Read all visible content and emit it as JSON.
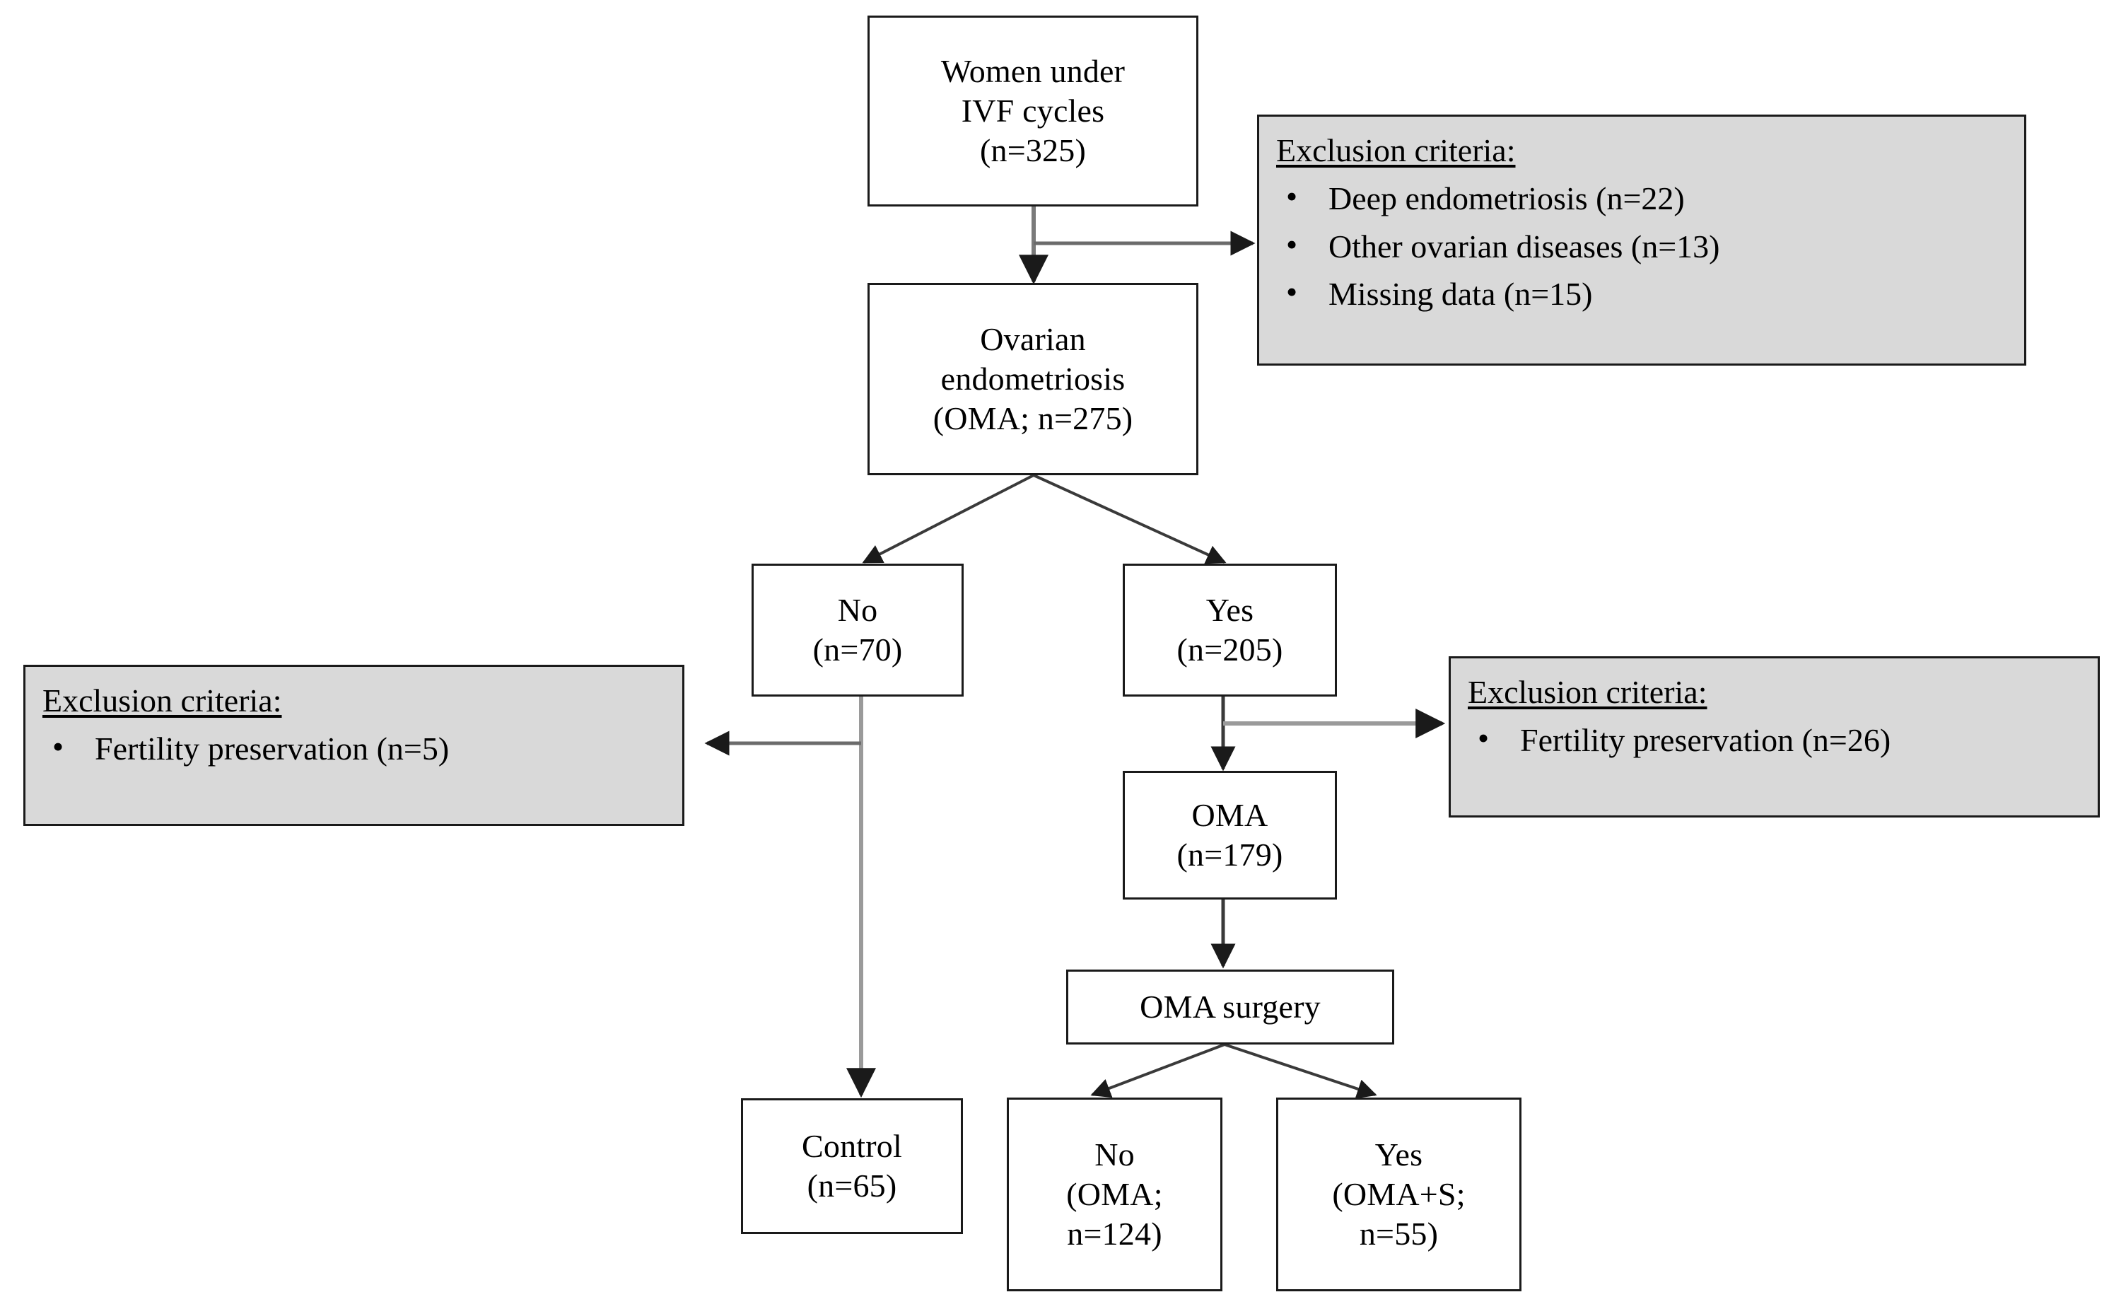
{
  "figure": {
    "type": "flowchart",
    "subject": "IVF cohort selection flow diagram for ovarian endometriosis (OMA)",
    "palette": {
      "box_border": "#1a1a1a",
      "box_fill": "#ffffff",
      "exclusion_fill": "#d9d9d9",
      "connector": "#555555",
      "text": "#000000",
      "background": "#ffffff"
    }
  },
  "nodes": {
    "enrollment": {
      "name": "Women under IVF cycles",
      "lines": [
        "Women under",
        "IVF cycles",
        "(n=325)"
      ],
      "count": 325
    },
    "oma": {
      "name": "Ovarian endometriosis",
      "lines": [
        "Ovarian",
        "endometriosis",
        "(OMA; n=275)"
      ],
      "count": 275
    },
    "branch_no": {
      "name": "No",
      "lines": [
        "No",
        "(n=70)"
      ],
      "count": 70
    },
    "branch_yes": {
      "name": "Yes",
      "lines": [
        "Yes",
        "(n=205)"
      ],
      "count": 205
    },
    "oma_179": {
      "name": "OMA",
      "lines": [
        "OMA",
        "(n=179)"
      ],
      "count": 179
    },
    "oma_surgery": {
      "name": "OMA surgery",
      "lines": [
        "OMA surgery"
      ],
      "count": null
    },
    "control": {
      "name": "Control",
      "lines": [
        "Control",
        "(n=65)"
      ],
      "count": 65
    },
    "surgery_no": {
      "name": "No (OMA)",
      "lines": [
        "No",
        "(OMA;",
        "n=124)"
      ],
      "count": 124
    },
    "surgery_yes": {
      "name": "Yes (OMA+S)",
      "lines": [
        "Yes",
        "(OMA+S;",
        "n=55)"
      ],
      "count": 55
    }
  },
  "exclusions": {
    "top": {
      "title": "Exclusion criteria:",
      "items": [
        "Deep endometriosis (n=22)",
        "Other ovarian diseases (n=13)",
        "Missing data (n=15)"
      ],
      "counts": [
        22,
        13,
        15
      ]
    },
    "left": {
      "title": "Exclusion criteria:",
      "items": [
        "Fertility preservation (n=5)"
      ],
      "counts": [
        5
      ]
    },
    "right": {
      "title": "Exclusion criteria:",
      "items": [
        "Fertility preservation (n=26)"
      ],
      "counts": [
        26
      ]
    }
  }
}
